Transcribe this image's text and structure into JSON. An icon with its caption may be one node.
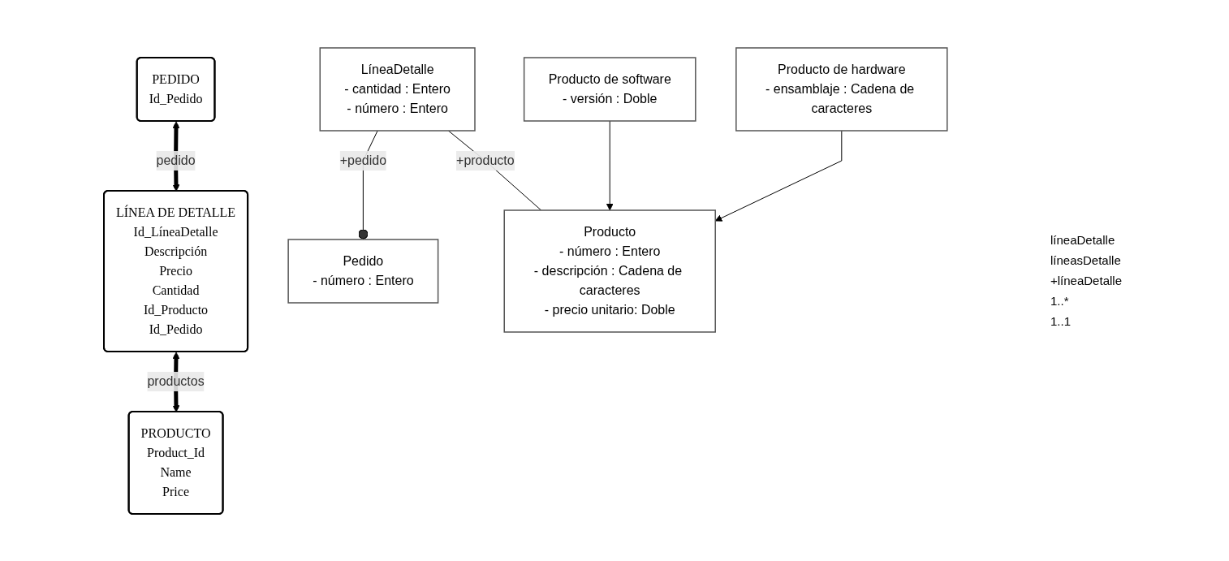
{
  "diagram": {
    "nodes": [
      {
        "text": [
          "PEDIDO",
          "Id_Pedido"
        ]
      },
      {
        "text": [
          "LÍNEA DE DETALLE",
          "Id_LíneaDetalle",
          "Descripción",
          "Precio",
          "Cantidad",
          "Id_Producto",
          "Id_Pedido"
        ]
      },
      {
        "text": [
          "PRODUCTO",
          "Product_Id",
          "Name",
          "Price"
        ]
      },
      {
        "text": [
          "Pedido",
          "- número : Entero"
        ]
      },
      {
        "text": [
          "LíneaDetalle",
          "- cantidad : Entero",
          "- número : Entero"
        ]
      },
      {
        "text": [
          "Producto",
          "- número : Entero",
          "- descripción : Cadena de caracteres",
          "- precio unitario: Doble"
        ]
      },
      {
        "text": [
          "Producto de software",
          "- versión : Doble"
        ]
      },
      {
        "text": [
          "Producto de hardware",
          "- ensamblaje : Cadena de caracteres"
        ]
      }
    ],
    "edges": [
      {
        "from": 0,
        "to": 1,
        "arrow": "both",
        "style": "thick",
        "label": "pedido"
      },
      {
        "from": 1,
        "to": 2,
        "arrow": "both",
        "style": "thick",
        "label": "productos"
      },
      {
        "from": 3,
        "to": 4,
        "arrow": "other",
        "label": "+pedido"
      },
      {
        "from": 4,
        "to": 5,
        "arrow": "none",
        "label": "+producto"
      },
      {
        "from": 6,
        "to": 5,
        "arrow": "to"
      },
      {
        "from": 7,
        "to": 5,
        "arrow": "to"
      }
    ],
    "labels": [
      "líneaDetalle",
      "líneasDetalle",
      "+líneaDetalle",
      "1..*",
      "1..1"
    ]
  }
}
